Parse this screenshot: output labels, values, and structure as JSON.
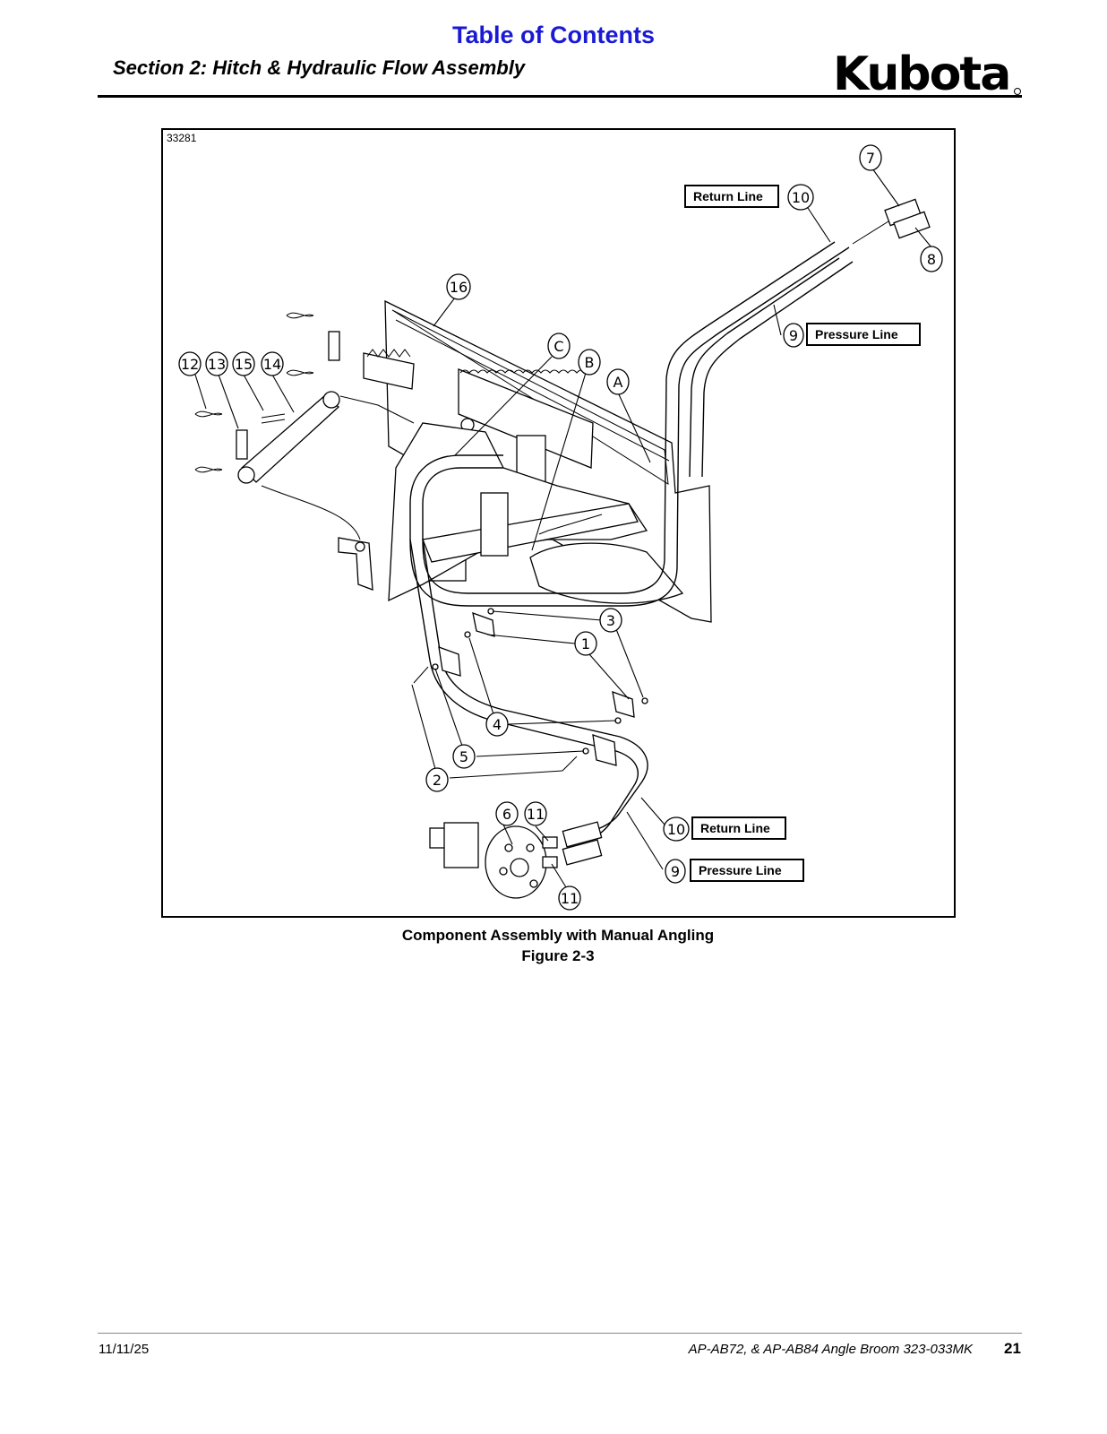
{
  "header": {
    "toc_link": "Table of Contents",
    "section_title": "Section 2: Hitch & Hydraulic Flow Assembly",
    "logo_text": "Kubota"
  },
  "figure": {
    "figure_id": "33281",
    "labels": {
      "return_line_top": "Return Line",
      "pressure_line_top": "Pressure Line",
      "return_line_bottom": "Return Line",
      "pressure_line_bottom": "Pressure Line"
    },
    "callouts": {
      "c7": "7",
      "c10_top": "10",
      "c8": "8",
      "c16": "16",
      "c9_top": "9",
      "cC": "C",
      "cB": "B",
      "cA": "A",
      "c12": "12",
      "c13": "13",
      "c15": "15",
      "c14": "14",
      "c3": "3",
      "c1": "1",
      "c4": "4",
      "c5": "5",
      "c2": "2",
      "c6": "6",
      "c11_top": "11",
      "c11_bottom": "11",
      "c10_bottom": "10",
      "c9_bottom": "9"
    },
    "caption_title": "Component Assembly with Manual Angling",
    "caption_number": "Figure 2-3"
  },
  "footer": {
    "date": "11/11/25",
    "document": "AP-AB72, & AP-AB84 Angle Broom 323-033MK",
    "page_number": "21"
  }
}
